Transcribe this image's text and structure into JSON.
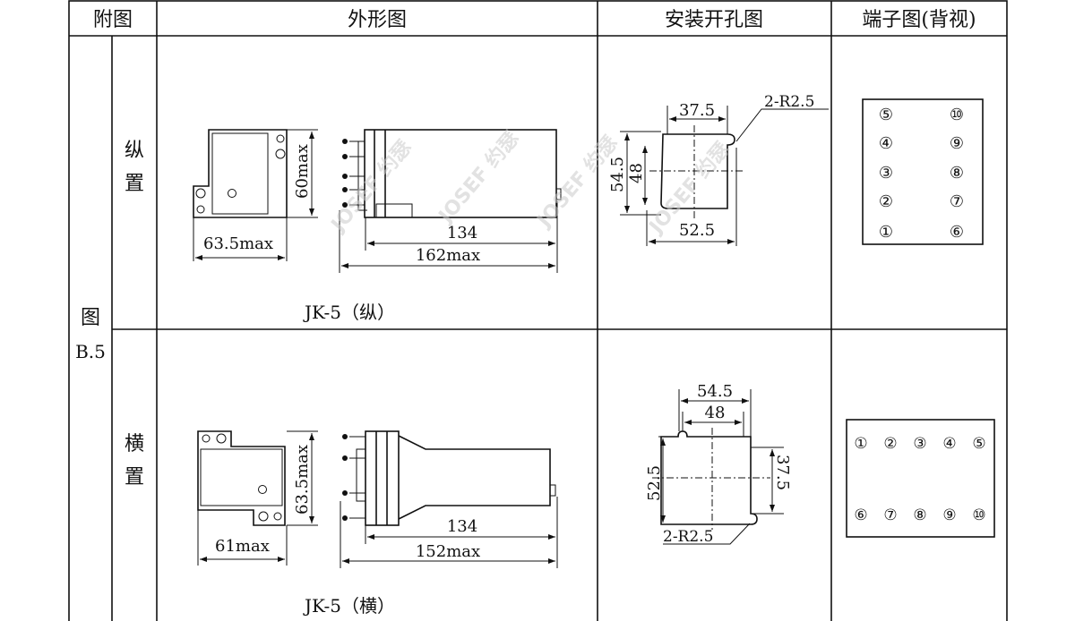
{
  "headers": {
    "col1": "附图",
    "col2": "外形图",
    "col3": "安装开孔图",
    "col4": "端子图(背视)"
  },
  "figure_label": {
    "line1": "图",
    "line2": "B.5"
  },
  "rows": [
    {
      "orientation": {
        "line1": "纵",
        "line2": "置"
      },
      "outline": {
        "height": "60max",
        "width": "63.5max",
        "body_length": "134",
        "total_length": "162max",
        "caption": "JK-5（纵）"
      },
      "cutout": {
        "top": "37.5",
        "radius": "2-R2.5",
        "outer_height": "54.5",
        "inner_height": "48",
        "bottom": "52.5"
      },
      "terminals": [
        "⑤",
        "⑩",
        "④",
        "⑨",
        "③",
        "⑧",
        "②",
        "⑦",
        "①",
        "⑥"
      ]
    },
    {
      "orientation": {
        "line1": "横",
        "line2": "置"
      },
      "outline": {
        "height": "63.5max",
        "width": "61max",
        "body_length": "134",
        "total_length": "152max",
        "caption": "JK-5（横）"
      },
      "cutout": {
        "outer_width": "54.5",
        "inner_width": "48",
        "left": "52.5",
        "right": "37.5",
        "radius": "2-R2.5"
      },
      "terminals_top": [
        "①",
        "②",
        "③",
        "④",
        "⑤"
      ],
      "terminals_bottom": [
        "⑥",
        "⑦",
        "⑧",
        "⑨",
        "⑩"
      ]
    }
  ],
  "watermark": "JOSEF 约瑟"
}
